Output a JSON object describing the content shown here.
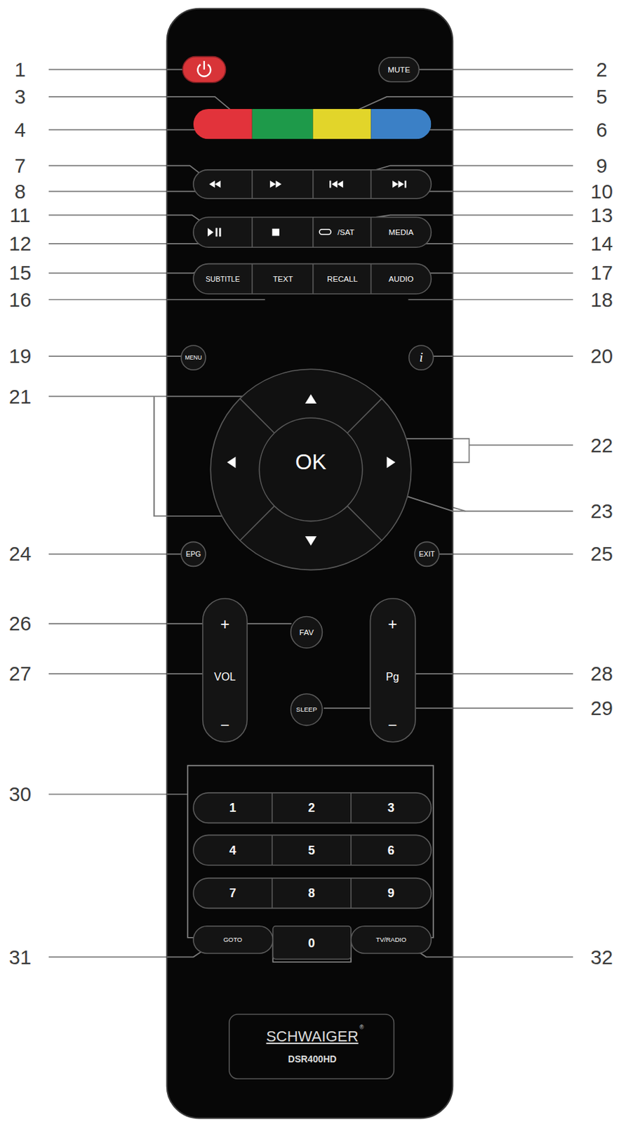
{
  "diagram": {
    "labels": [
      "1",
      "2",
      "3",
      "4",
      "5",
      "6",
      "7",
      "8",
      "9",
      "10",
      "11",
      "12",
      "13",
      "14",
      "15",
      "16",
      "17",
      "18",
      "19",
      "20",
      "21",
      "22",
      "23",
      "24",
      "25",
      "26",
      "27",
      "28",
      "29",
      "30",
      "31",
      "32",
      "MUTE",
      "/SAT",
      "MEDIA",
      "SUBTITLE",
      "TEXT",
      "RECALL",
      "AUDIO",
      "MENU",
      "i",
      "OK",
      "EPG",
      "EXIT",
      "+",
      "VOL",
      "−",
      "FAV",
      "+",
      "Pg",
      "−",
      "SLEEP",
      "1",
      "2",
      "3",
      "4",
      "5",
      "6",
      "7",
      "8",
      "9",
      "GOTO",
      "0",
      "TV/RADIO",
      "SCHWAIGER",
      "®",
      "DSR400HD"
    ]
  }
}
